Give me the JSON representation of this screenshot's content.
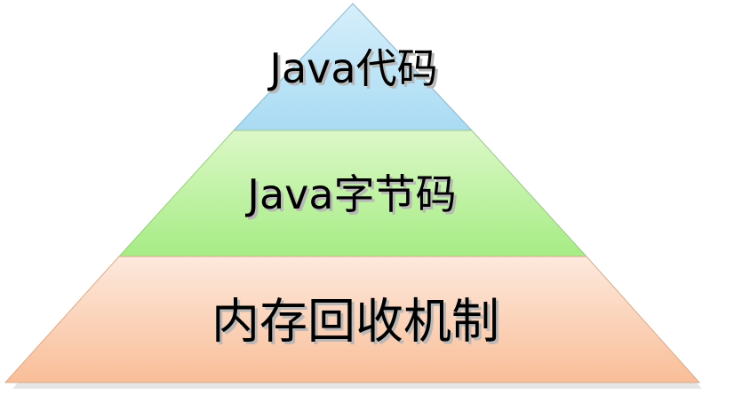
{
  "diagram": {
    "type": "pyramid",
    "tiers": [
      {
        "label": "Java代码",
        "color_top": "#d6effb",
        "color_bottom": "#a9dbf3",
        "stroke": "#8fb7c9"
      },
      {
        "label": "Java字节码",
        "color_top": "#dcf8c8",
        "color_bottom": "#a6ec84",
        "stroke": "#9cc78a"
      },
      {
        "label": "内存回收机制",
        "color_top": "#fde9dd",
        "color_bottom": "#f9be98",
        "stroke": "#d9ab8e"
      }
    ]
  }
}
